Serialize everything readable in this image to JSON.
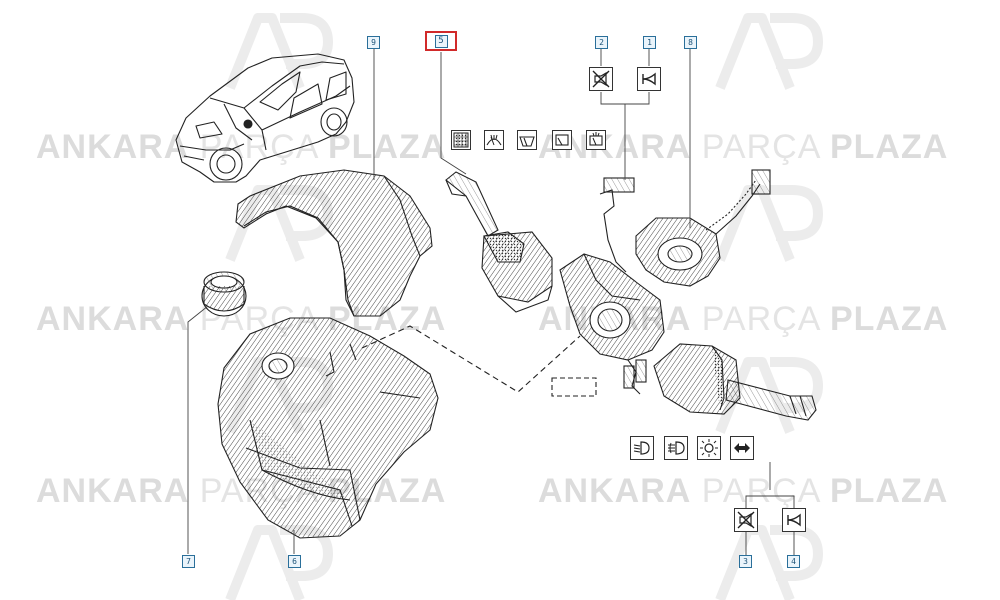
{
  "watermark": {
    "brand_bold_1": "ANKARA",
    "brand_mid": "PARÇA",
    "brand_bold_2": "PLAZA"
  },
  "callouts": [
    {
      "id": "c9",
      "label": "9"
    },
    {
      "id": "c5",
      "label": "5",
      "selected": true
    },
    {
      "id": "c2",
      "label": "2"
    },
    {
      "id": "c1",
      "label": "1"
    },
    {
      "id": "c8",
      "label": "8"
    },
    {
      "id": "c7",
      "label": "7"
    },
    {
      "id": "c6",
      "label": "6"
    },
    {
      "id": "c3",
      "label": "3"
    },
    {
      "id": "c4",
      "label": "4"
    }
  ],
  "colors": {
    "accent_red": "#d12a2a",
    "callout_blue": "#2a6f9a",
    "line_art": "#222222",
    "watermark": "#e2e2e2"
  },
  "icons": {
    "wiper_row": [
      "rear-defog-icon",
      "wash-wipe-icon",
      "wiper-icon",
      "rear-wiper-icon",
      "rear-wash-icon"
    ],
    "light_row": [
      "headlight-low-icon",
      "fog-light-icon",
      "side-light-icon",
      "indicator-icon"
    ],
    "horn_top": [
      "no-horn-icon",
      "horn-icon"
    ],
    "horn_bottom": [
      "no-horn-icon",
      "horn-icon"
    ]
  }
}
